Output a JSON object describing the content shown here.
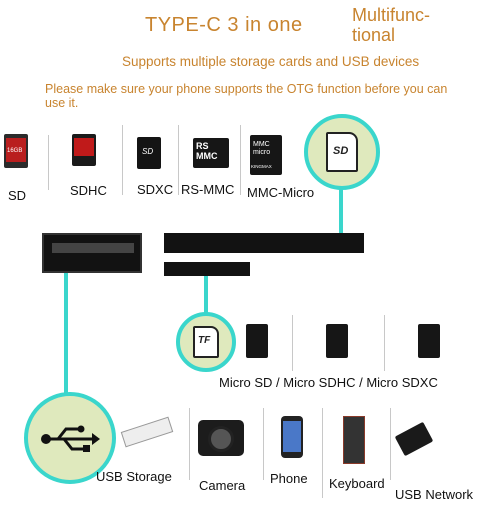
{
  "header": {
    "title": "TYPE-C 3 in one",
    "multi": "Multifunc-\ntional",
    "subtitle": "Supports multiple storage cards and USB devices",
    "note": "Please make sure your phone supports the OTG function before you can use it."
  },
  "cards": {
    "sd": "SD",
    "sdhc": "SDHC",
    "sdxc": "SDXC",
    "rsmmc": "RS-MMC",
    "mmcmicro": "MMC-Micro"
  },
  "card_marks": {
    "sd_cap": "16GB",
    "sdxc_mark": "SD",
    "rs_mark": "RS\nMMC",
    "mmc_mark": "MMC\nmicro",
    "mmc_brand": "KINGMAX",
    "sd_icon": "SD",
    "tf_icon": "TF"
  },
  "tf": {
    "label": "Micro  SD  /  Micro  SDHC  /  Micro  SDXC"
  },
  "usb": {
    "storage": "USB  Storage",
    "camera": "Camera",
    "phone": "Phone",
    "keyboard": "Keyboard",
    "network": "USB  Network"
  },
  "colors": {
    "accent_text": "#c8842f",
    "teal": "#3ad6cc",
    "circle_fill": "#dfe9bd"
  }
}
